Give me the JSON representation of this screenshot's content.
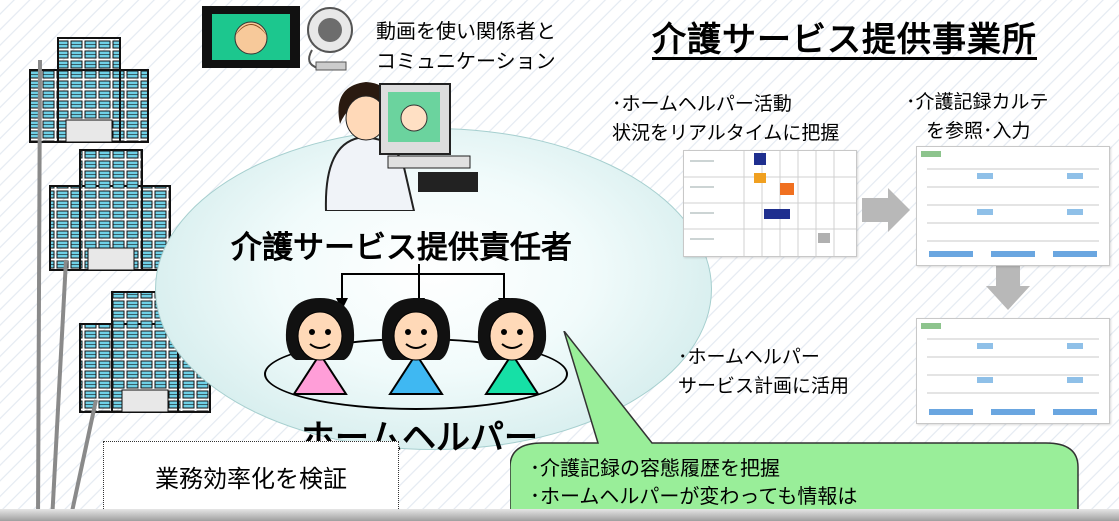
{
  "title": "介護サービス提供事業所",
  "video_comm": {
    "line1": "動画を使い関係者と",
    "line2": "コミュニケーション"
  },
  "roles": {
    "manager": "介護サービス提供責任者",
    "helpers": "ホームヘルパー"
  },
  "notes": {
    "realtime": {
      "line1": "･ホームヘルパー活動",
      "line2": "状況をリアルタイムに把握"
    },
    "records": {
      "line1": "･介護記録カルテ",
      "line2": "を参照･入力"
    },
    "plan": {
      "line1": "･ホームヘルパー",
      "line2": "サービス計画に活用"
    }
  },
  "verify_box": "業務効率化を検証",
  "callout": {
    "line1": "･介護記録の容態履歴を把握",
    "line2": "･ホームヘルパーが変わっても情報は"
  },
  "helper_colors": [
    "#ff9ed8",
    "#3fb8f2",
    "#16e0a6"
  ],
  "schedule_block_colors": [
    "#1f2f8f",
    "#f0a020",
    "#f07020",
    "#1f2f8f",
    "#b0b0b0"
  ],
  "colors": {
    "ellipse": "#cbe8e8",
    "callout": "#99ee99",
    "arrow_gray": "#b8b8b8",
    "building": "#5fc7dc"
  }
}
